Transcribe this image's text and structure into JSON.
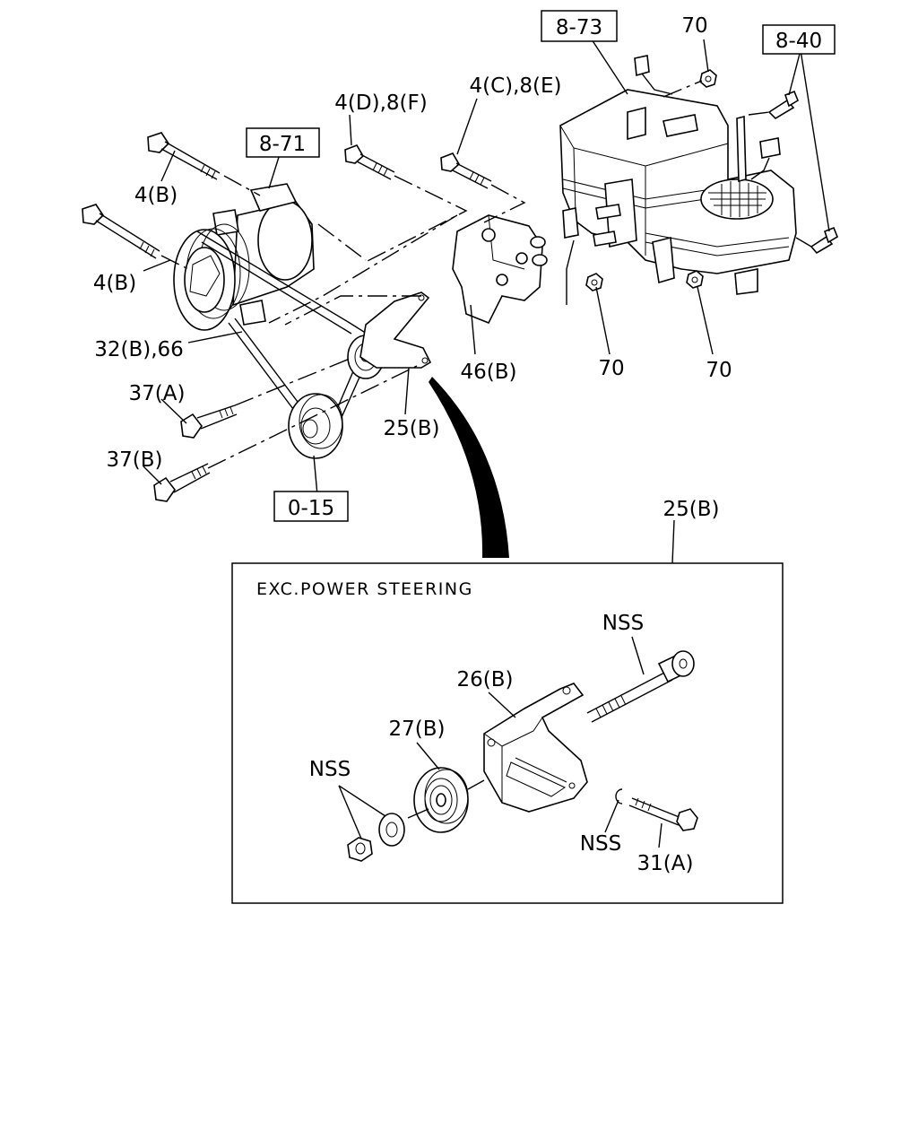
{
  "ref_boxes": {
    "box_8_73": "8-73",
    "box_8_40": "8-40",
    "box_8_71": "8-71",
    "box_0_15": "0-15"
  },
  "callouts": {
    "c_70_top": "70",
    "c_4d_8f": "4(D),8(F)",
    "c_4c_8e": "4(C),8(E)",
    "c_4b_upper": "4(B)",
    "c_4b_lower": "4(B)",
    "c_32b_66": "32(B),66",
    "c_37a": "37(A)",
    "c_37b": "37(B)",
    "c_46b": "46(B)",
    "c_70_mid": "70",
    "c_70_right": "70",
    "c_25b_upper": "25(B)",
    "c_25b_detail": "25(B)"
  },
  "detail": {
    "title": "EXC.POWER STEERING",
    "nss_bolt": "NSS",
    "c_26b": "26(B)",
    "c_27b": "27(B)",
    "nss_nut": "NSS",
    "nss_clip": "NSS",
    "c_31a": "31(A)"
  }
}
